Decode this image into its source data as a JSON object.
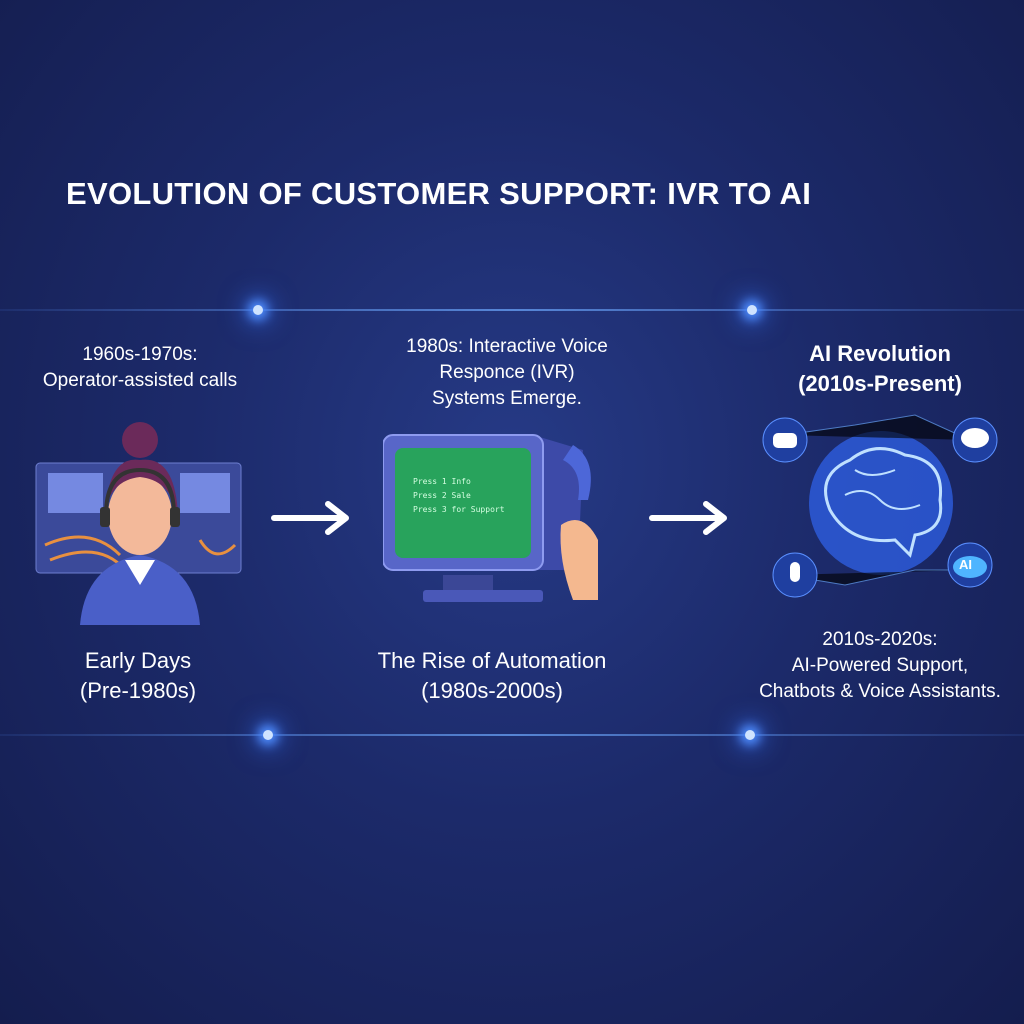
{
  "title": "EVOLUTION OF CUSTOMER SUPPORT: IVR TO AI",
  "stages": [
    {
      "caption": [
        "1960s-1970s:",
        "Operator-assisted calls"
      ],
      "label": [
        "Early Days",
        "(Pre-1980s)"
      ],
      "icon": "switchboard-operator-illustration"
    },
    {
      "caption": [
        "1980s: Interactive Voice",
        "Responce (IVR)",
        "Systems Emerge."
      ],
      "label": [
        "The Rise of Automation",
        "(1980s-2000s)"
      ],
      "icon": "ivr-computer-phone-illustration",
      "screen_lines": [
        "Press 1 Info",
        "Press 2 Sale",
        "Press 3 for Support"
      ]
    },
    {
      "caption": [
        "AI Revolution",
        "(2010s-Present)"
      ],
      "label": [
        "2010s-2020s:",
        "AI-Powered Support,",
        "Chatbots & Voice Assistants."
      ],
      "icon": "ai-brain-illustration",
      "badge": "AI"
    }
  ],
  "colors": {
    "background": "#1c2a6a",
    "accent": "#4f8dff",
    "screen": "#2fbf6a"
  }
}
